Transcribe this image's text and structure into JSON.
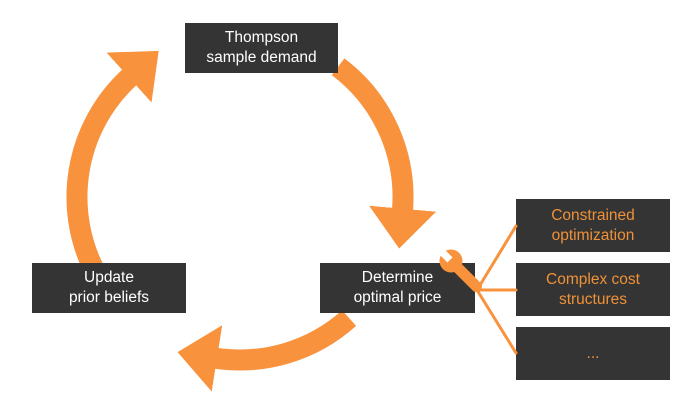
{
  "colors": {
    "background": "#ffffff",
    "accent_orange": "#f8923c",
    "node_background": "#343434",
    "node_text": "#ffffff",
    "callout_text": "#ef9138"
  },
  "cycle": {
    "nodes": [
      {
        "name": "thompson-sample-demand",
        "label": "Thompson\nsample demand"
      },
      {
        "name": "determine-optimal-price",
        "label": "Determine\noptimal price"
      },
      {
        "name": "update-prior-beliefs",
        "label": "Update\nprior beliefs"
      }
    ],
    "arrows": [
      {
        "name": "sample-to-price",
        "direction": "top box to bottom-right box, clockwise"
      },
      {
        "name": "price-to-update",
        "direction": "bottom-right box to left box, clockwise"
      },
      {
        "name": "update-to-sample",
        "direction": "left box to top box, clockwise"
      }
    ]
  },
  "callouts": {
    "items": [
      {
        "label": "Constrained\noptimization"
      },
      {
        "label": "Complex cost\nstructures"
      },
      {
        "label": "..."
      }
    ]
  },
  "icons": {
    "wrench": "wrench-icon"
  }
}
